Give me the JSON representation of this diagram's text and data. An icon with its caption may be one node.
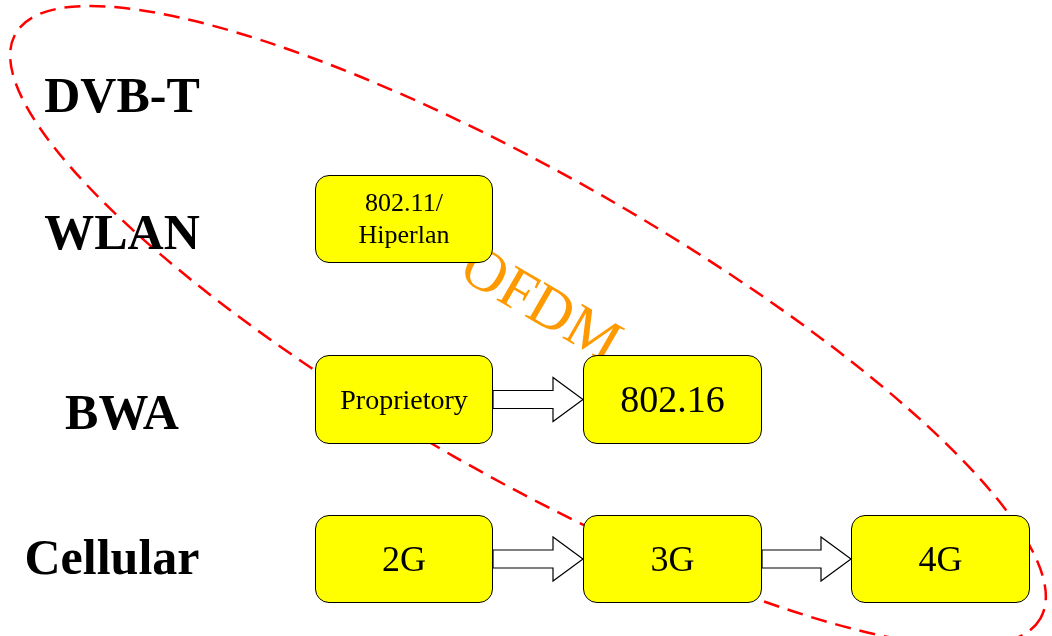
{
  "diagram": {
    "nodes": [
      {
        "text": [
          "802.11/ Hiperlan"
        ]
      },
      {
        "text": [
          "Proprietory"
        ]
      },
      {
        "text": [
          "802.16"
        ]
      },
      {
        "text": [
          "2G"
        ]
      },
      {
        "text": [
          "3G"
        ]
      },
      {
        "text": [
          "4G"
        ]
      }
    ],
    "edges": [
      {
        "from": 1,
        "to": 2,
        "arrow": "to"
      },
      {
        "from": 3,
        "to": 4,
        "arrow": "to"
      },
      {
        "from": 4,
        "to": 5,
        "arrow": "to"
      }
    ],
    "labels": [
      "DVB-T",
      "WLAN",
      "OFDM",
      "BWA",
      "Cellular"
    ]
  }
}
